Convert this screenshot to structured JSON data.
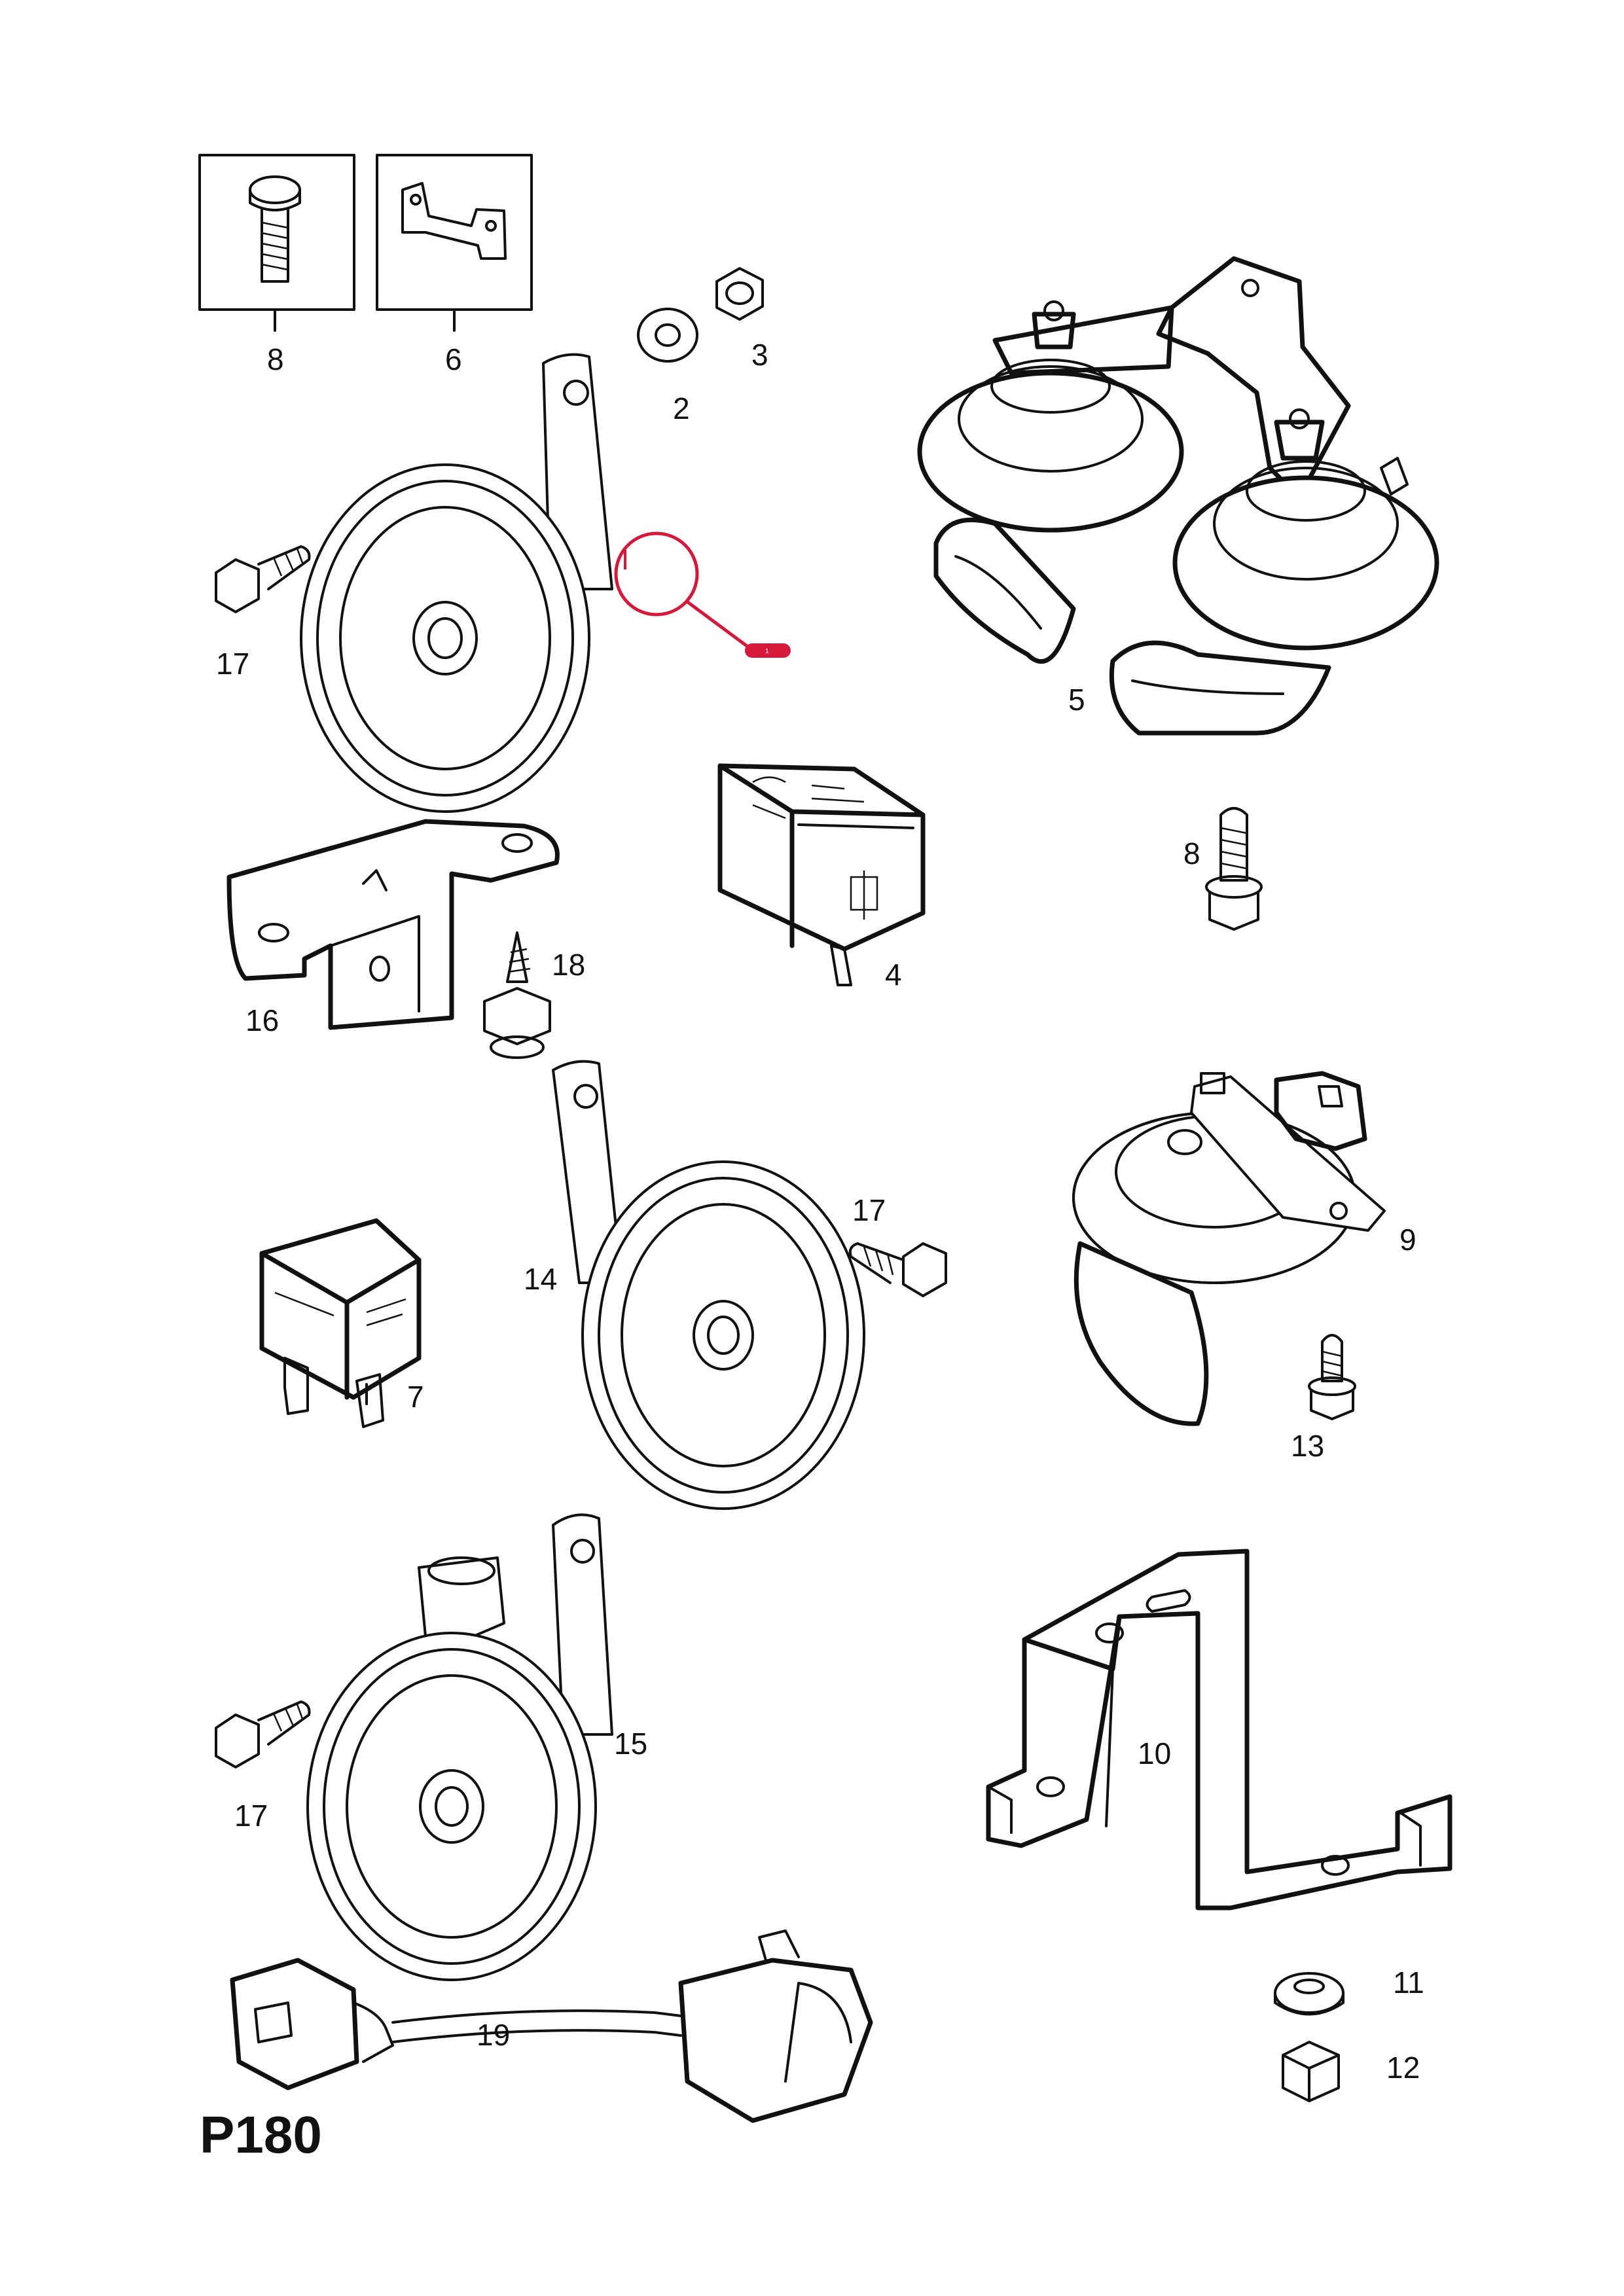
{
  "page_code": "P180",
  "callouts": {
    "c1": "1",
    "c2": "2",
    "c3": "3",
    "c4": "4",
    "c5": "5",
    "c6": "6",
    "c7": "7",
    "c8a": "8",
    "c8b": "8",
    "c9": "9",
    "c10": "10",
    "c11": "11",
    "c12": "12",
    "c13": "13",
    "c14": "14",
    "c15": "15",
    "c16": "16",
    "c17a": "17",
    "c17b": "17",
    "c17c": "17",
    "c18": "18",
    "c19": "19"
  },
  "colors": {
    "hotspot": "#d6183a",
    "line": "#111111"
  }
}
